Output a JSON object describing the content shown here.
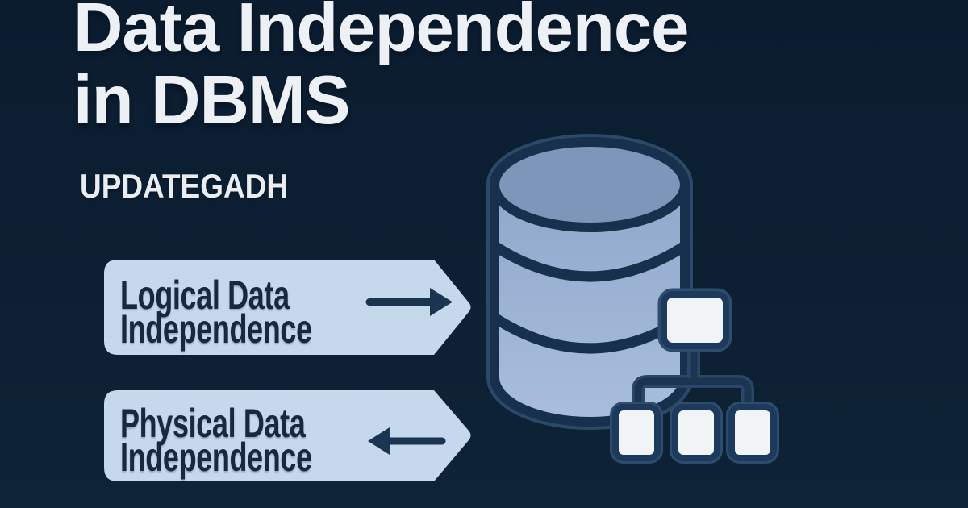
{
  "title": {
    "line1": "Data Independence",
    "line2": "in DBMS"
  },
  "brand": "UPDATEGADH",
  "labels": {
    "logical": {
      "line1": "Logical Data",
      "line2": "Independence",
      "arrow_direction": "right"
    },
    "physical": {
      "line1": "Physical Data",
      "line2": "Independence",
      "arrow_direction": "left"
    }
  },
  "icons": {
    "database": "database-cylinder-icon",
    "schema_tree": "schema-node-tree-icon",
    "arrow_right": "flow-arrow-right-icon",
    "arrow_left": "flow-arrow-left-icon"
  },
  "colors": {
    "background": "#0d2033",
    "title_text": "#edf1f6",
    "banner_fill": "#c5d8ec",
    "banner_text": "#16293f",
    "outline_navy": "#16304d",
    "outline_glow": "#2c4968",
    "cylinder_top": "#7e96b9",
    "cylinder_body_top": "#8ba4c8",
    "cylinder_body_bottom": "#a9bedd",
    "node_fill": "#f1f4f7",
    "connector": "#1a3452"
  }
}
